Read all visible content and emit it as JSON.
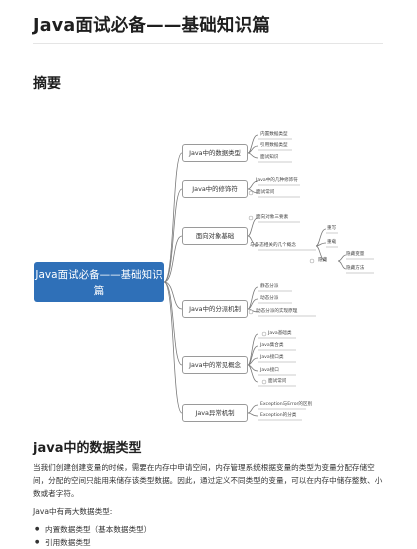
{
  "page": {
    "title": "Java面试必备——基础知识篇",
    "section_summary": "摘要",
    "section_datatypes": "java中的数据类型"
  },
  "mindmap": {
    "root": "Java面试必备——基础知识篇",
    "branches": [
      {
        "label": "Java中的数据类型",
        "children": [
          "内置数据类型",
          "引用数据类型",
          "面试知识"
        ]
      },
      {
        "label": "Java中的修饰符",
        "children": [
          "Java中的几种修饰符",
          "面试常问"
        ]
      },
      {
        "label": "面向对象基础",
        "children": [
          "面向对象三要素",
          "与多态相关的几个概念",
          "重写",
          "重载",
          "隐藏",
          "隐藏变量",
          "隐藏方法"
        ]
      },
      {
        "label": "Java中的分派机制",
        "children": [
          "静态分派",
          "动态分派",
          "动态分派的实现原理"
        ]
      },
      {
        "label": "Java中的常见概念",
        "children": [
          "Java基础类",
          "Java集合类",
          "Java接口类",
          "Java接口",
          "面试常问"
        ]
      },
      {
        "label": "Java异常机制",
        "children": [
          "Exception与Error的区别",
          "Exception的分类"
        ]
      }
    ]
  },
  "body": {
    "p1": "当我们创建创建变量的时候，需要在内存中申请空间，内存管理系统根据变量的类型为变量分配存储空间，分配的空间只能用来储存该类型数据。因此，通过定义不同类型的变量，可以在内存中储存整数、小数或者字符。",
    "p2": "Java中有两大数据类型:",
    "bullets": [
      "内置数据类型（基本数据类型）",
      "引用数据类型"
    ]
  }
}
